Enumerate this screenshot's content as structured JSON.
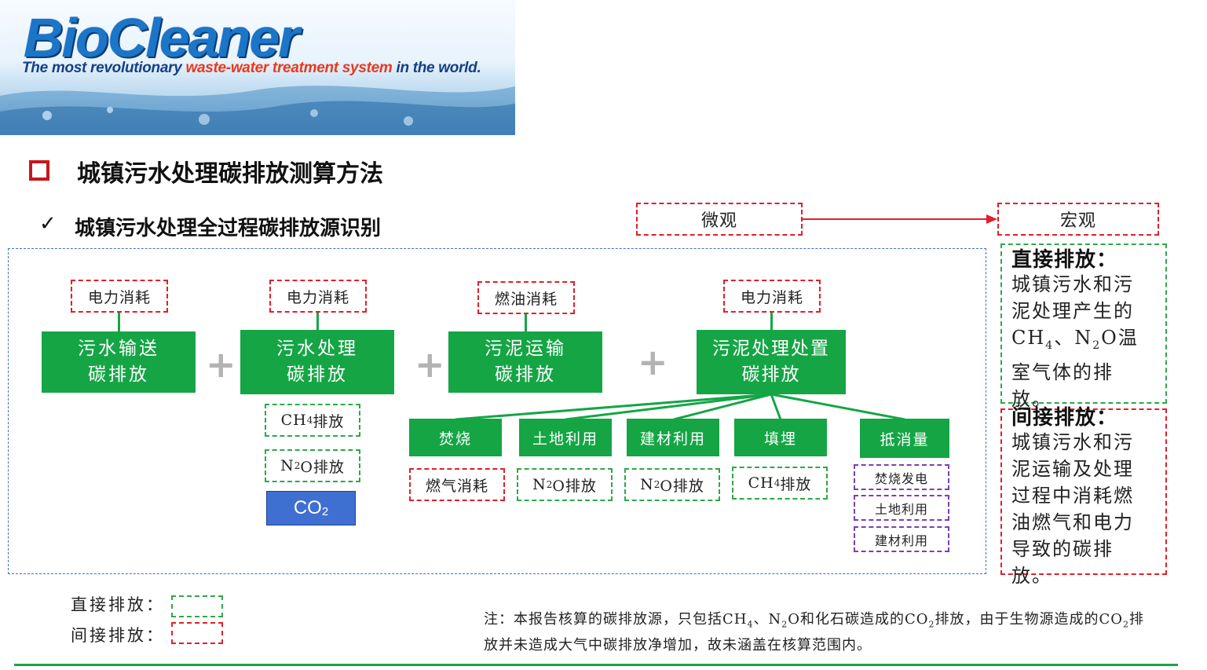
{
  "banner": {
    "logo_text": "BioCleaner",
    "tagline_part1": "The most revolutionary ",
    "tagline_part2": "waste-water treatment system",
    "tagline_part3": " in the world."
  },
  "title": "城镇污水处理碳排放测算方法",
  "subtitle_check": "✓",
  "subtitle": "城镇污水处理全过程碳排放源识别",
  "scale": {
    "micro": "微观",
    "macro": "宏观"
  },
  "stages": [
    {
      "source": "电力消耗",
      "line1": "污水输送",
      "line2": "碳排放"
    },
    {
      "source": "电力消耗",
      "line1": "污水处理",
      "line2": "碳排放"
    },
    {
      "source": "燃油消耗",
      "line1": "污泥运输",
      "line2": "碳排放"
    },
    {
      "source": "电力消耗",
      "line1": "污泥处理处置",
      "line2": "碳排放"
    }
  ],
  "plus_sign": "+",
  "treatment_emissions": {
    "ch4": {
      "formula": "CH",
      "sub": "4",
      "suffix": "排放"
    },
    "n2o": {
      "formula": "N",
      "sub": "2",
      "suffix": "O排放"
    },
    "co2": {
      "formula": "CO",
      "sub": "2"
    }
  },
  "sludge_routes": [
    {
      "name": "焚烧",
      "emission": "燃气消耗",
      "type": "indirect"
    },
    {
      "name": "土地利用",
      "emission_formula": "N",
      "emission_sub": "2",
      "emission_suffix": "O排放",
      "type": "direct"
    },
    {
      "name": "建材利用",
      "emission_formula": "N",
      "emission_sub": "2",
      "emission_suffix": "O排放",
      "type": "direct"
    },
    {
      "name": "填埋",
      "emission_formula": "CH",
      "emission_sub": "4",
      "emission_suffix": "排放",
      "type": "direct"
    },
    {
      "name": "抵消量",
      "offsets": [
        "焚烧发电",
        "土地利用",
        "建材利用"
      ]
    }
  ],
  "side": {
    "direct_head": "直接排放：",
    "direct_l1": "城镇污水和污",
    "direct_l2": "泥处理产生的",
    "direct_l3a": "CH",
    "direct_l3b": "4",
    "direct_l3c": "、N",
    "direct_l3d": "2",
    "direct_l3e": "O温",
    "direct_l4": "室气体的排",
    "direct_l5": "放。",
    "indirect_head": "间接排放：",
    "indirect_lines": [
      "城镇污水和污",
      "泥运输及处理",
      "过程中消耗燃",
      "油燃气和电力",
      "导致的碳排",
      "放。"
    ]
  },
  "legend": {
    "direct": "直接排放：",
    "indirect": "间接排放："
  },
  "note": {
    "p1": "注：本报告核算的碳排放源，只包括CH",
    "s1": "4",
    "p2": "、N",
    "s2": "2",
    "p3": "O和化石碳造成的CO",
    "s3": "2",
    "p4": "排放，由于生物源造成的CO",
    "s4": "2",
    "p5": "排放并未造成大气中碳排放净增加，故未涵盖在核算范围内。"
  },
  "colors": {
    "green": "#15a545",
    "red": "#e0202a",
    "purple": "#7b3fb0",
    "blue": "#3f6fd1",
    "marker": "#c8161d"
  }
}
